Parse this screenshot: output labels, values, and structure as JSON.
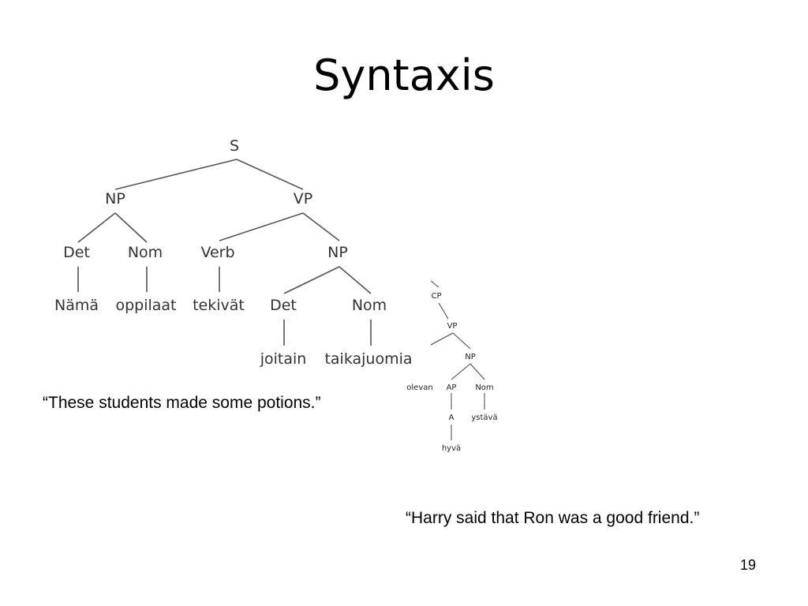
{
  "slide": {
    "title": "Syntaxis",
    "page_number": "19"
  },
  "tree1": {
    "nodes": {
      "s": "S",
      "np": "NP",
      "vp": "VP",
      "det": "Det",
      "nom": "Nom",
      "verb": "Verb",
      "np2": "NP",
      "det2": "Det",
      "nom2": "Nom"
    },
    "words": {
      "nama": "Nämä",
      "oppilaat": "oppilaat",
      "tekivat": "tekivät",
      "joitain": "joitain",
      "taikajuomia": "taikajuomia"
    },
    "caption": "“These students made some potions.”"
  },
  "tree2": {
    "nodes": {
      "cp": "CP",
      "vp": "VP",
      "np": "NP",
      "ap": "AP",
      "nom": "Nom",
      "a": "A"
    },
    "words": {
      "olevan": "olevan",
      "ystava": "ystävä",
      "hyva": "hyvä"
    },
    "caption": "“Harry said that Ron was a good friend.”"
  }
}
